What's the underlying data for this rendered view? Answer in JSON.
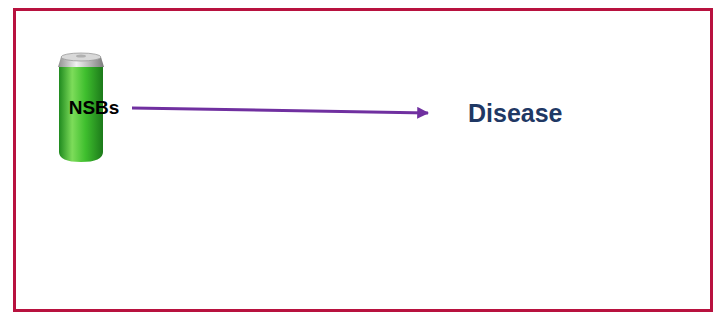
{
  "diagram": {
    "nodes": [
      {
        "text": [
          "NSBs"
        ]
      },
      {
        "text": [
          "Disease"
        ]
      }
    ],
    "edges": [
      {
        "from": 0,
        "to": 1,
        "arrow": "to"
      }
    ]
  }
}
